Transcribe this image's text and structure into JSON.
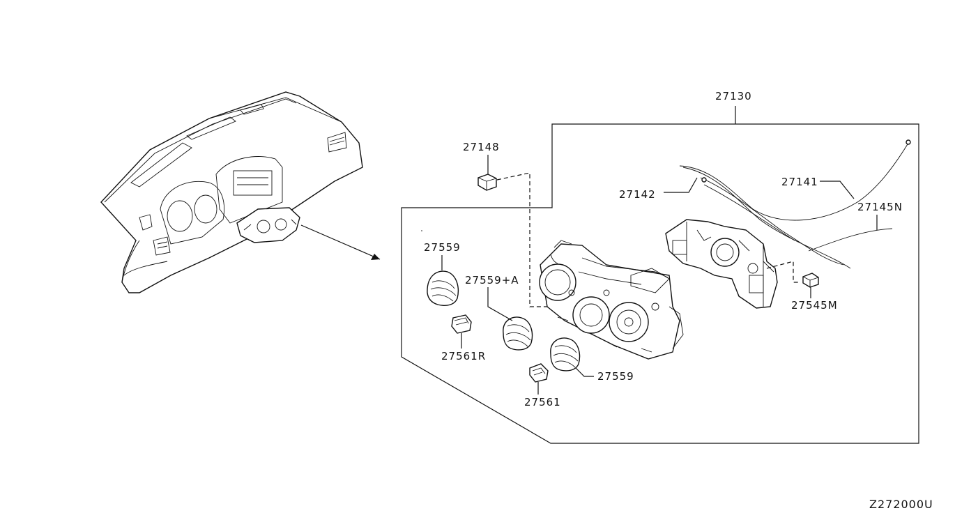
{
  "diagram_code": "Z272000U",
  "callouts": [
    {
      "id": "c27130",
      "part": "27130"
    },
    {
      "id": "c27148",
      "part": "27148"
    },
    {
      "id": "c27142",
      "part": "27142"
    },
    {
      "id": "c27141",
      "part": "27141"
    },
    {
      "id": "c27145N",
      "part": "27145N"
    },
    {
      "id": "c27559a",
      "part": "27559"
    },
    {
      "id": "c27559A",
      "part": "27559+A"
    },
    {
      "id": "c27561R",
      "part": "27561R"
    },
    {
      "id": "c27559b",
      "part": "27559"
    },
    {
      "id": "c27561",
      "part": "27561"
    },
    {
      "id": "c27545M",
      "part": "27545M"
    }
  ],
  "colors": {
    "line": "#111111",
    "background": "#ffffff"
  }
}
